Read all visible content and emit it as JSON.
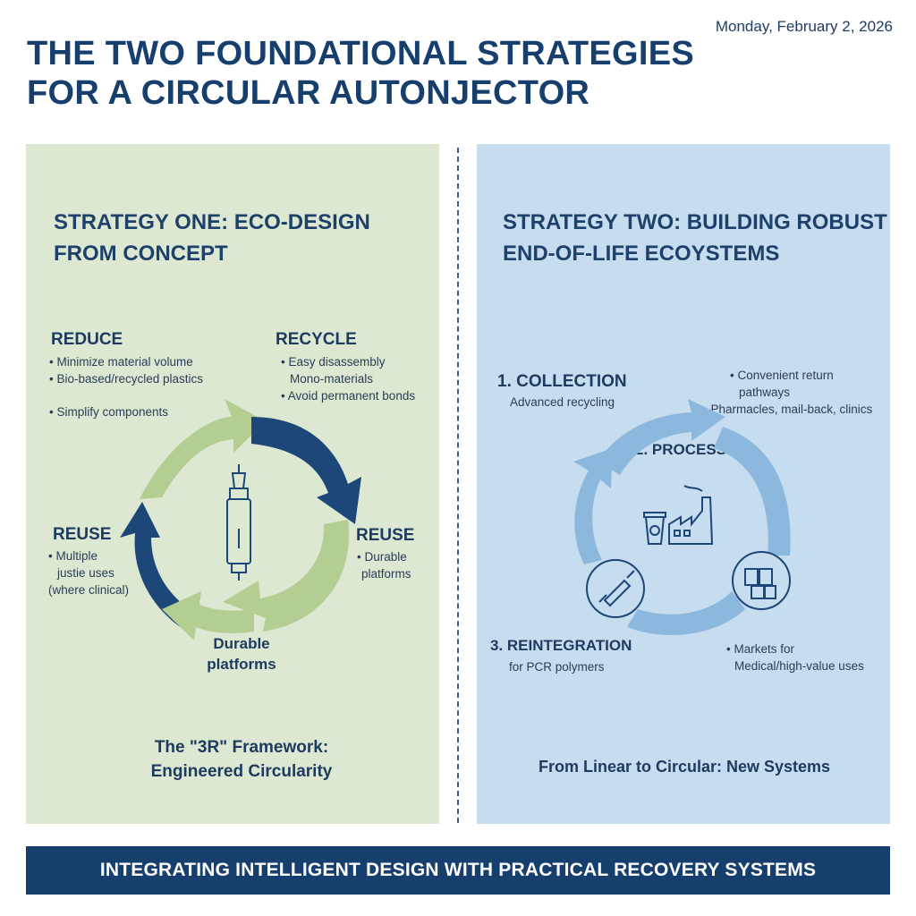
{
  "date": "Monday, February 2, 2026",
  "title": {
    "line1": "THE TWO FOUNDATIONAL STRATEGIES",
    "line2": "FOR A CIRCULAR AUTONJECTOR"
  },
  "left_panel": {
    "title_line1": "STRATEGY ONE: ECO-DESIGN",
    "title_line2": "FROM CONCEPT",
    "reduce": {
      "label": "REDUCE",
      "items": [
        "• Minimize material volume",
        "• Bio-based/recycled plastics"
      ],
      "extra": "• Simplify components"
    },
    "recycle": {
      "label": "RECYCLE",
      "items": [
        "• Easy disassembly",
        "Mono-materials",
        "• Avoid permanent bonds"
      ]
    },
    "reuse_left": {
      "label": "REUSE",
      "items": [
        "• Multiple",
        "justie uses",
        "(where clinical)"
      ]
    },
    "reuse_right": {
      "label": "REUSE",
      "items": [
        "• Durable",
        "platforms"
      ]
    },
    "bottom_label": {
      "line1": "Durable",
      "line2": "platforms"
    },
    "footer": {
      "line1": "The \"3R\" Framework:",
      "line2": "Engineered Circularity"
    },
    "center_icon": "autoinjector-icon"
  },
  "right_panel": {
    "title_line1": "STRATEGY TWO: BUILDING ROBUST",
    "title_line2": "END-OF-LIFE ECOYSTEMS",
    "collection": {
      "label": "1. COLLECTION",
      "sub": "Advanced recycling"
    },
    "return_notes": [
      "• Convenient return",
      "pathways",
      "• Pharmacles, mail-back, clinics"
    ],
    "processing": {
      "label": "2. PROCESSING"
    },
    "reintegration": {
      "label": "3. REINTEGRATION",
      "sub": "for PCR polymers"
    },
    "markets": [
      "• Markets for",
      "Medical/high-value uses"
    ],
    "footer": "From Linear to Circular: New Systems",
    "icons": [
      "recycling-bin-icon",
      "factory-icon",
      "autoinjector-icon",
      "products-icon"
    ]
  },
  "banner": "INTEGRATING INTELLIGENT DESIGN WITH PRACTICAL RECOVERY SYSTEMS",
  "colors": {
    "navy": "#173f6e",
    "light_green": "#dde8d2",
    "arrow_green": "#b3cd92",
    "light_blue": "#c6dcef",
    "arrow_blue": "#8cb8de"
  }
}
